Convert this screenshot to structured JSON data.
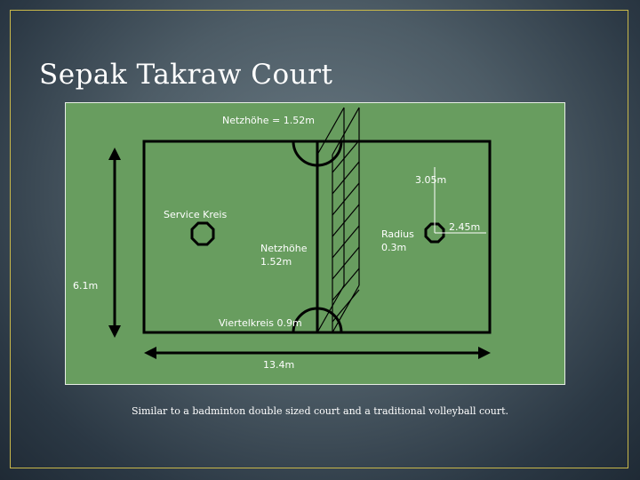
{
  "slide": {
    "title": "Sepak Takraw Court",
    "caption": "Similar to a badminton double sized court and a traditional volleyball court."
  },
  "diagram": {
    "net_height_top_label": "Netzhöhe = 1.52m",
    "service_circle_label": "Service Kreis",
    "net_height_label_line1": "Netzhöhe",
    "net_height_label_line2": "1.52m",
    "quarter_circle_label": "Viertelkreis 0.9m",
    "distance_label": "3.05m",
    "offset_label": "2.45m",
    "radius_label_line1": "Radius",
    "radius_label_line2": "0.3m",
    "width_label": "6.1m",
    "length_label": "13.4m"
  },
  "colors": {
    "court_background": "#689d5f",
    "lines": "#000000",
    "text": "#ffffff",
    "frame": "#c9b84a"
  }
}
